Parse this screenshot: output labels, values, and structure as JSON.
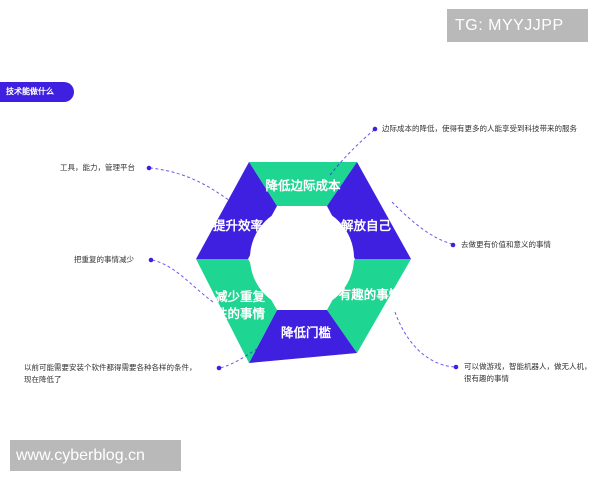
{
  "watermarks": {
    "top": "TG: MYYJJPP",
    "bottom": "www.cyberblog.cn"
  },
  "section_tag": "技术能做什么",
  "ring": {
    "segments": [
      {
        "key": "top",
        "label": "降低边际成本",
        "color": "#1ed592"
      },
      {
        "key": "top_right",
        "label": "解放自己",
        "color": "#3f1fe0"
      },
      {
        "key": "bottom_right",
        "label": "有趣的事情",
        "color": "#1ed592"
      },
      {
        "key": "bottom",
        "label": "降低门槛",
        "color": "#3f1fe0"
      },
      {
        "key": "bottom_left",
        "label_lines": [
          "减少重复",
          "性的事情"
        ],
        "color": "#1ed592"
      },
      {
        "key": "top_left",
        "label": "提升效率",
        "color": "#3f1fe0"
      }
    ]
  },
  "annotations": {
    "top_right": "边际成本的降低，使得有更多的人能享受到科技带来的服务",
    "top_left": "工具，能力，管理平台",
    "right": "去做更有价值和意义的事情",
    "left": "把重复的事情减少",
    "bottom_right": [
      "可以做游戏，智能机器人，做无人机，",
      "很有趣的事情"
    ],
    "bottom_left": [
      "以前可能需要安装个软件都得需要各种各样的条件，",
      "现在降低了"
    ]
  },
  "colors": {
    "purple": "#3f1fe0",
    "green": "#1ed592",
    "connector": "#3f1fe0"
  }
}
